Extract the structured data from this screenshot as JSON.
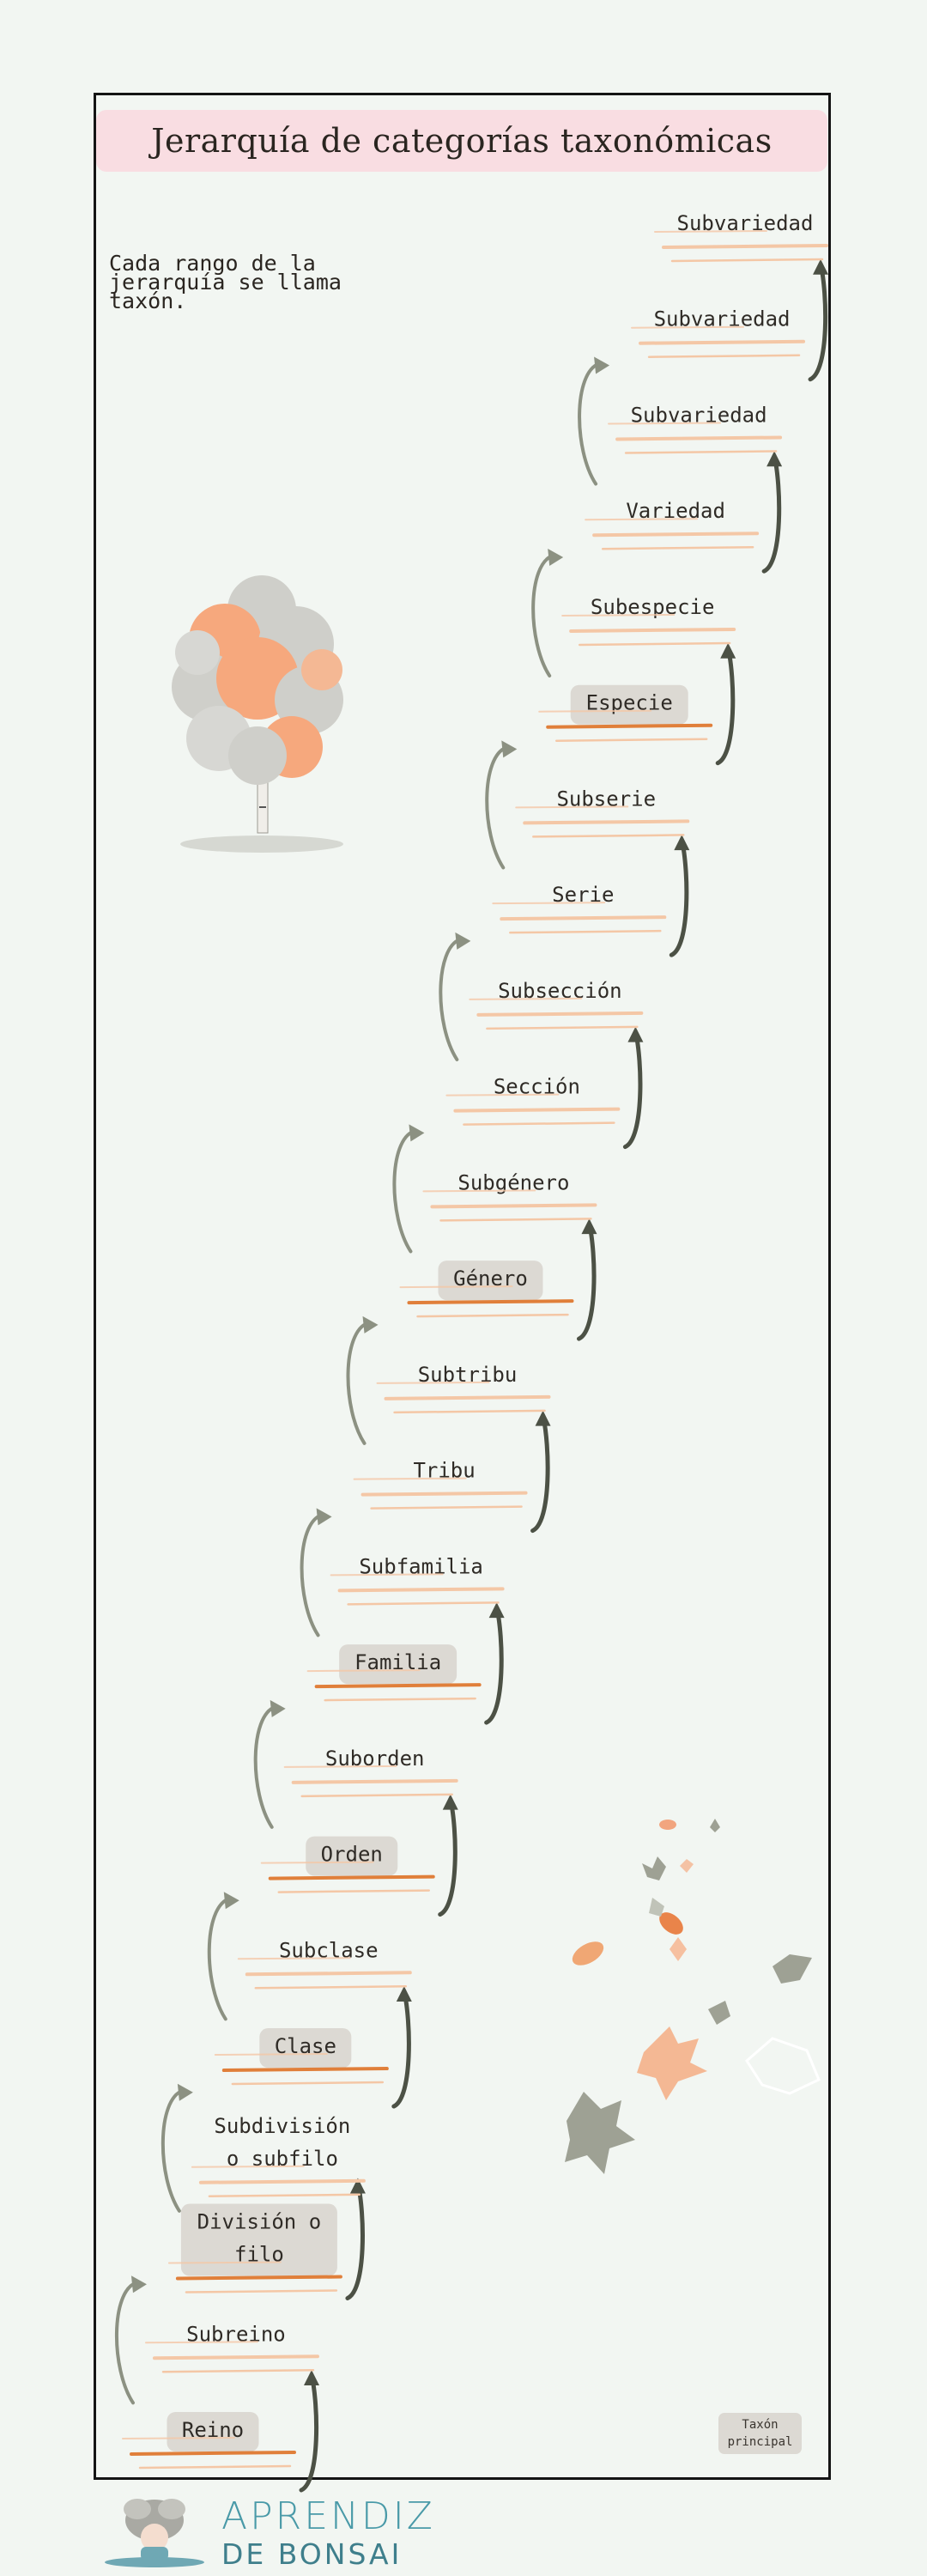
{
  "title": "Jerarquía de categorías taxonómicas",
  "subtitle": "Cada rango de la jerarquía se llama taxón.",
  "legend": {
    "label": "Taxón principal"
  },
  "logo": {
    "line1": "APRENDIZ",
    "line2": "DE BONSAI"
  },
  "colors": {
    "primary_badge": "#dcd9d3",
    "orange_line": "#e07f3a",
    "light_orange_line": "#f4c7a6",
    "arrow_dark": "#4c5145",
    "arrow_light": "#8c9182",
    "title_bg": "#f9dde2"
  },
  "ranks": [
    {
      "label": "Reino",
      "principal": true
    },
    {
      "label": "Subreino",
      "principal": false
    },
    {
      "label": "División o filo",
      "principal": true,
      "lines": [
        "División o",
        "filo"
      ]
    },
    {
      "label": "Subdivisión o subfilo",
      "principal": false,
      "lines": [
        "Subdivisión",
        "o subfilo"
      ]
    },
    {
      "label": "Clase",
      "principal": true
    },
    {
      "label": "Subclase",
      "principal": false
    },
    {
      "label": "Orden",
      "principal": true
    },
    {
      "label": "Suborden",
      "principal": false
    },
    {
      "label": "Familia",
      "principal": true
    },
    {
      "label": "Subfamilia",
      "principal": false
    },
    {
      "label": "Tribu",
      "principal": false
    },
    {
      "label": "Subtribu",
      "principal": false
    },
    {
      "label": "Género",
      "principal": true
    },
    {
      "label": "Subgénero",
      "principal": false
    },
    {
      "label": "Sección",
      "principal": false
    },
    {
      "label": "Subsección",
      "principal": false
    },
    {
      "label": "Serie",
      "principal": false
    },
    {
      "label": "Subserie",
      "principal": false
    },
    {
      "label": "Especie",
      "principal": true
    },
    {
      "label": "Subespecie",
      "principal": false
    },
    {
      "label": "Variedad",
      "principal": false
    },
    {
      "label": "Subvariedad",
      "principal": false
    },
    {
      "label": "Subvariedad",
      "principal": false
    },
    {
      "label": "Subvariedad",
      "principal": false
    }
  ],
  "icons": [
    "tree-illustration",
    "falling-leaves-illustration",
    "bonsai-girl-logo-icon"
  ]
}
